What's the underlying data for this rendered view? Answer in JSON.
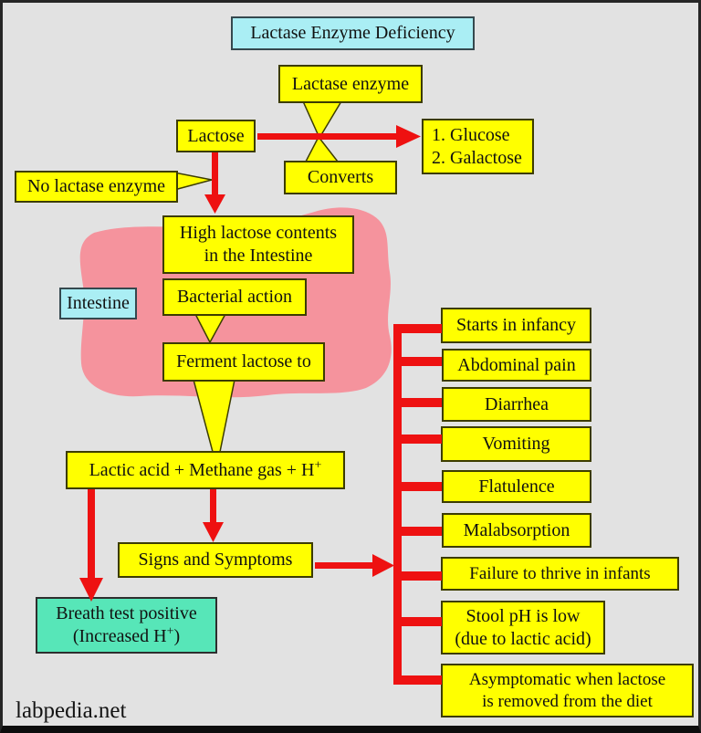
{
  "title": {
    "label": "Lactase Enzyme Deficiency"
  },
  "colors": {
    "background": "#E2E2E2",
    "box_yellow": "#FFFF00",
    "box_cyan": "#AAEEF4",
    "box_teal": "#57E6B8",
    "arrow_red": "#EE1111",
    "intestine_pink": "#F5939D"
  },
  "nodes": {
    "lactase_enzyme": "Lactase enzyme",
    "lactose": "Lactose",
    "products_line1": "1. Glucose",
    "products_line2": "2. Galactose",
    "converts": "Converts",
    "no_lactase": "No lactase enzyme",
    "high_lactose_line1": "High lactose contents",
    "high_lactose_line2": "in the Intestine",
    "intestine": "Intestine",
    "bacterial_action": "Bacterial action",
    "ferment": "Ferment lactose to",
    "lactic_text": "Lactic acid + Methane gas + H",
    "lactic_sup": "+",
    "signs": "Signs and Symptoms",
    "breath_line1": "Breath test positive",
    "breath_line2_pre": "(Increased H",
    "breath_line2_sup": "+",
    "breath_line2_post": ")"
  },
  "symptoms": [
    {
      "label": "Starts in infancy"
    },
    {
      "label": "Abdominal pain"
    },
    {
      "label": "Diarrhea"
    },
    {
      "label": "Vomiting"
    },
    {
      "label": "Flatulence"
    },
    {
      "label": "Malabsorption"
    },
    {
      "label": "Failure to thrive in infants"
    },
    {
      "line1": "Stool pH is low",
      "line2": "(due to lactic acid)"
    },
    {
      "line1": "Asymptomatic when lactose",
      "line2": "is removed from the diet"
    }
  ],
  "footer": {
    "watermark": "labpedia.net"
  }
}
